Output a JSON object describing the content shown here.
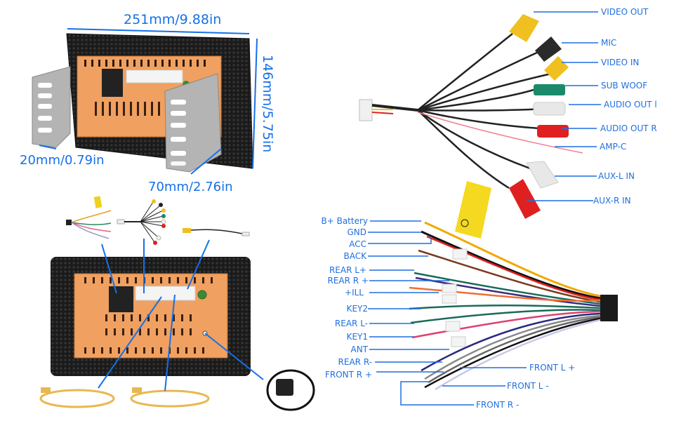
{
  "dimensions": {
    "width": "251mm/9.88in",
    "height": "146mm/5.75in",
    "bracket_depth": "20mm/0.79in",
    "depth": "70mm/2.76in"
  },
  "rca_harness": {
    "labels": [
      "VIDEO OUT",
      "MIC",
      "VIDEO IN",
      "SUB WOOF",
      "AUDIO OUT l",
      "AUDIO OUT R",
      "AMP-C",
      "AUX-L IN",
      "AUX-R IN"
    ]
  },
  "power_harness": {
    "left_labels": [
      "B+ Battery",
      "GND",
      "ACC",
      "BACK",
      "REAR L+",
      "REAR R +",
      "+ILL",
      "KEY2",
      "REAR L-",
      "KEY1",
      "ANT",
      "REAR R-",
      "FRONT R +"
    ],
    "right_labels": [
      "FRONT L +",
      "FRONT L -",
      "FRONT R -"
    ]
  },
  "colors": {
    "accent": "#1f6fe0",
    "housing": "#f0a060",
    "frame": "#1c1c1c",
    "bracket": "#a8a8a8"
  }
}
